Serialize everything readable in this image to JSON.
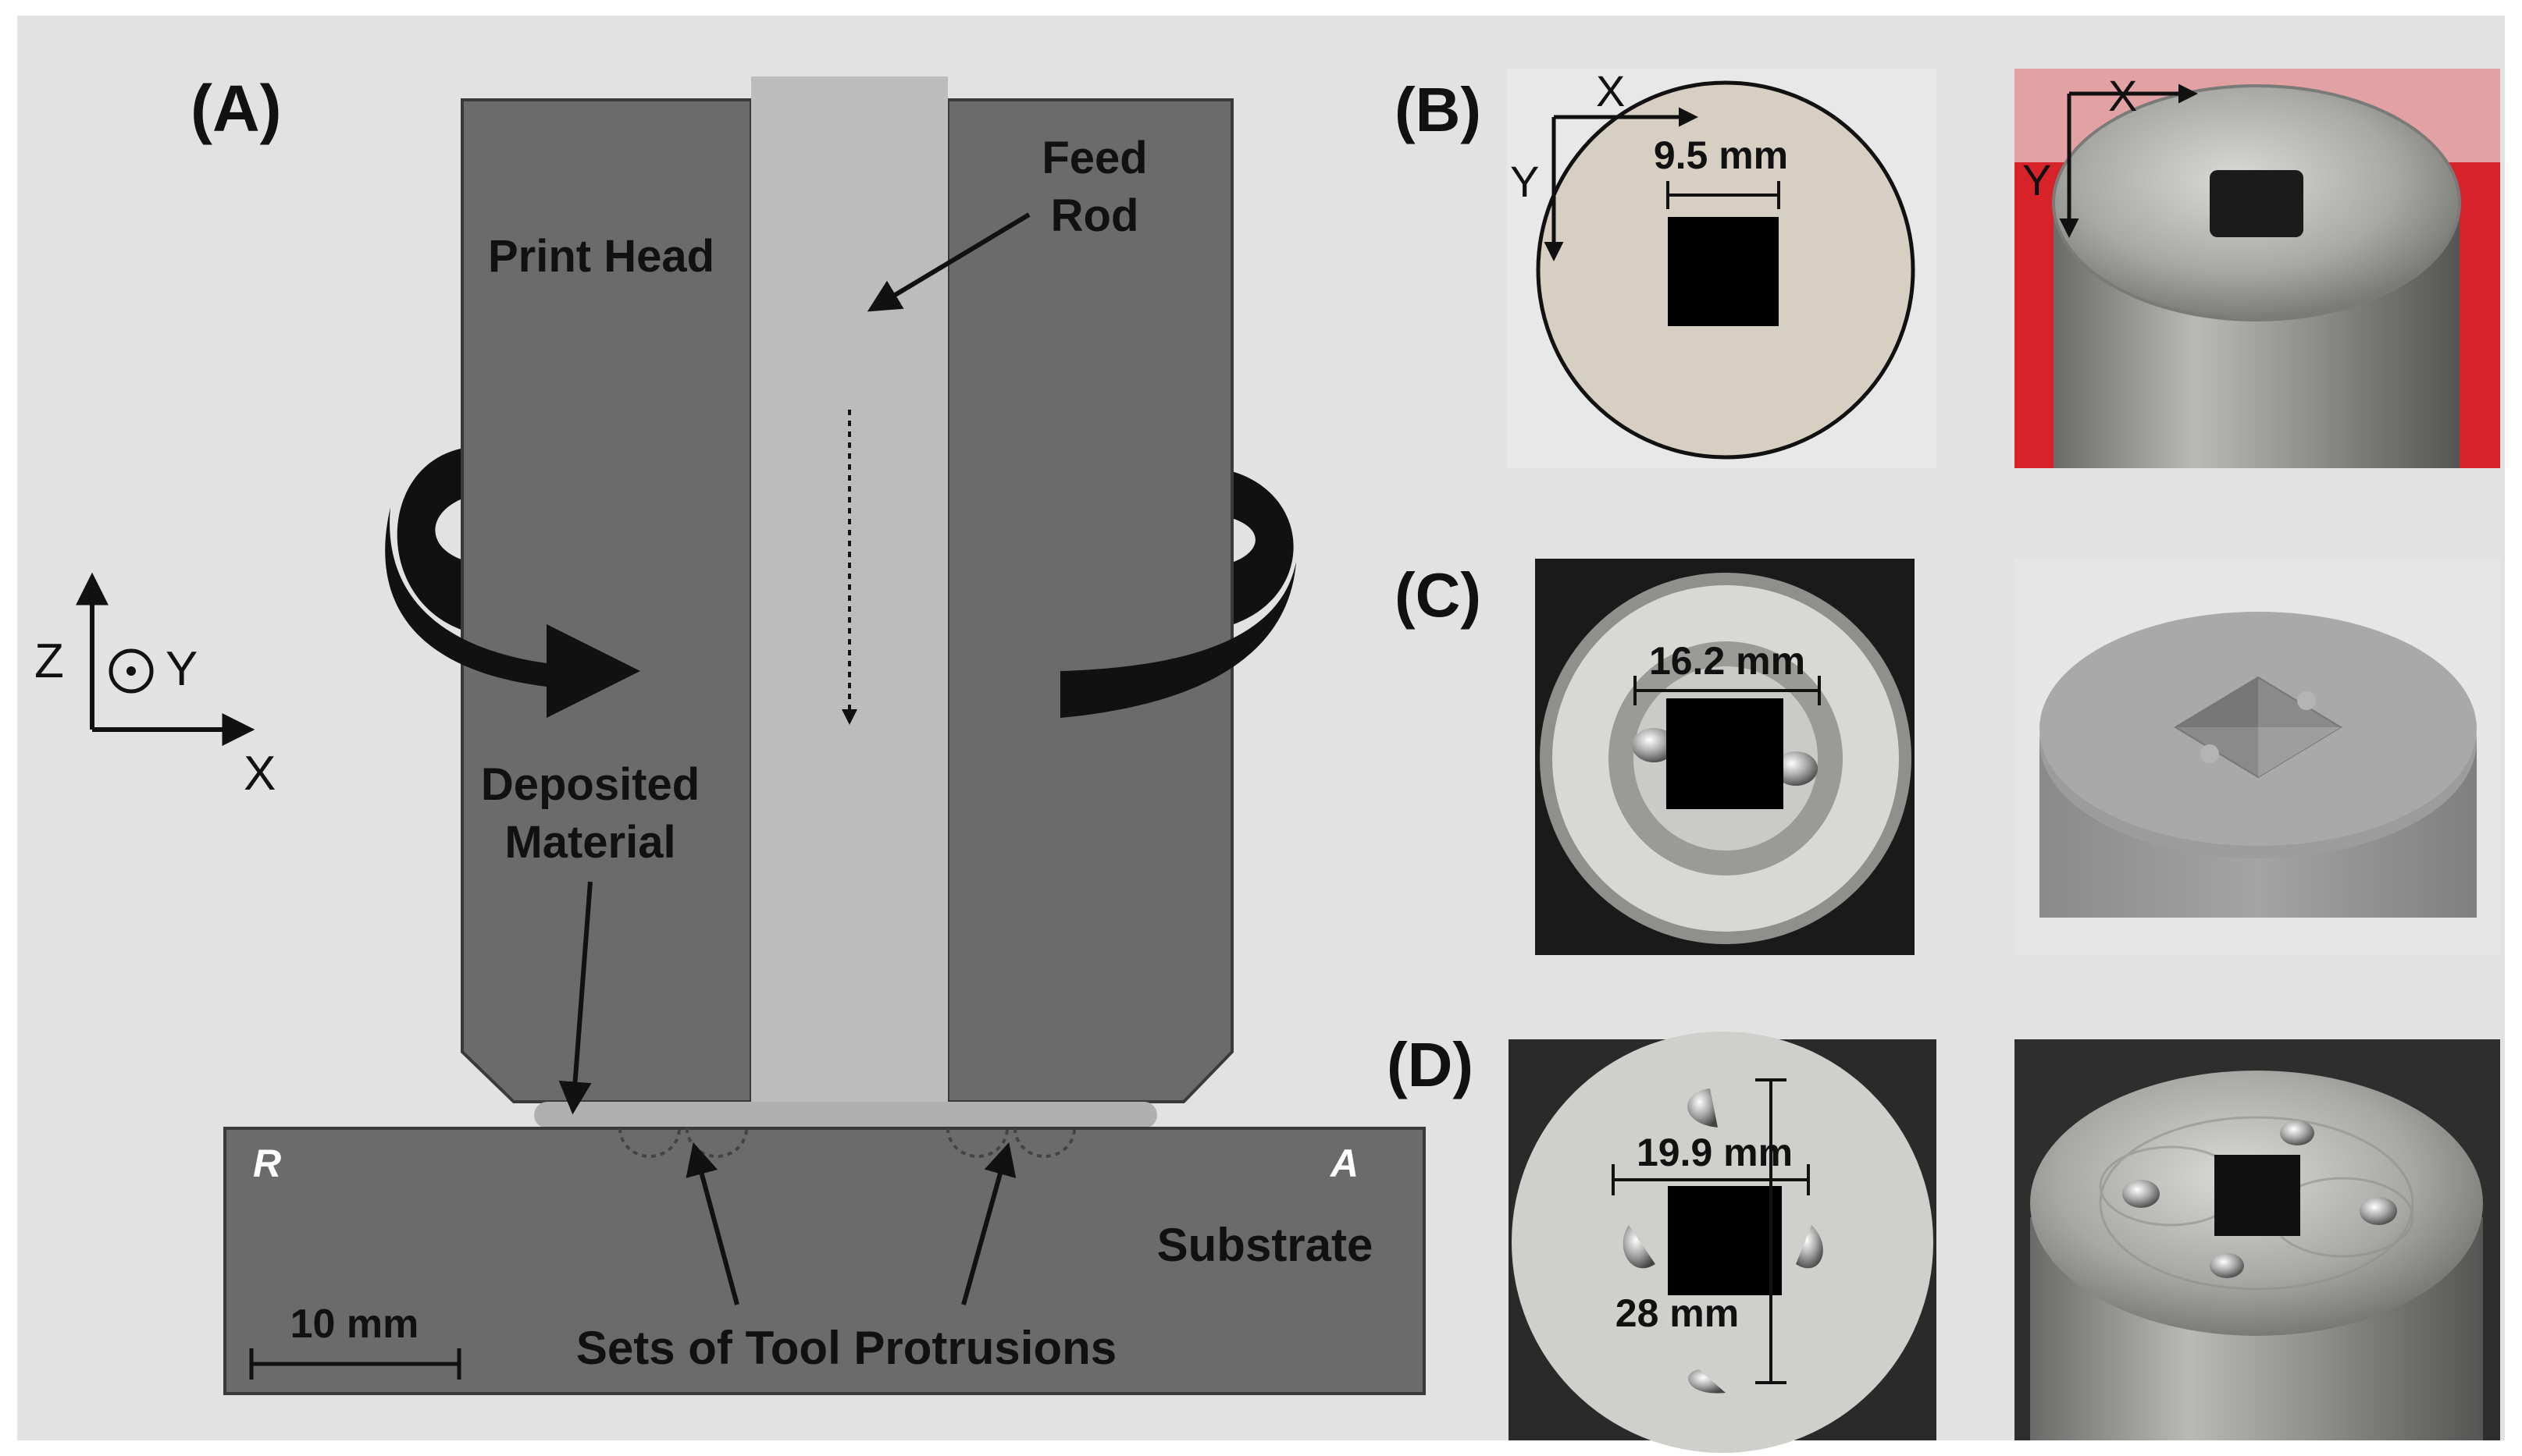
{
  "panels": {
    "a": {
      "letter": "(A)",
      "print_head": "Print Head",
      "feed_rod_line1": "Feed",
      "feed_rod_line2": "Rod",
      "deposited_line1": "Deposited",
      "deposited_line2": "Material",
      "substrate": "Substrate",
      "protrusions": "Sets of Tool Protrusions",
      "scale_bar": "10 mm",
      "side_r": "R",
      "side_a": "A",
      "axis_z": "Z",
      "axis_y": "Y",
      "axis_x": "X"
    },
    "b": {
      "letter": "(B)",
      "dimension": "9.5 mm",
      "axis_x": "X",
      "axis_y": "Y",
      "photo_axis_x": "X",
      "photo_axis_y": "Y"
    },
    "c": {
      "letter": "(C)",
      "dimension": "16.2 mm"
    },
    "d": {
      "letter": "(D)",
      "dimension_width": "19.9 mm",
      "dimension_length": "28 mm"
    }
  },
  "colors": {
    "background": "#e2e2e2",
    "tool_body": "#6b6b6b",
    "feed_rod": "#bcbcbc",
    "substrate": "#6b6b6b",
    "diagram_disc": "#d8cfc3",
    "photo_red": "#d8222a"
  }
}
